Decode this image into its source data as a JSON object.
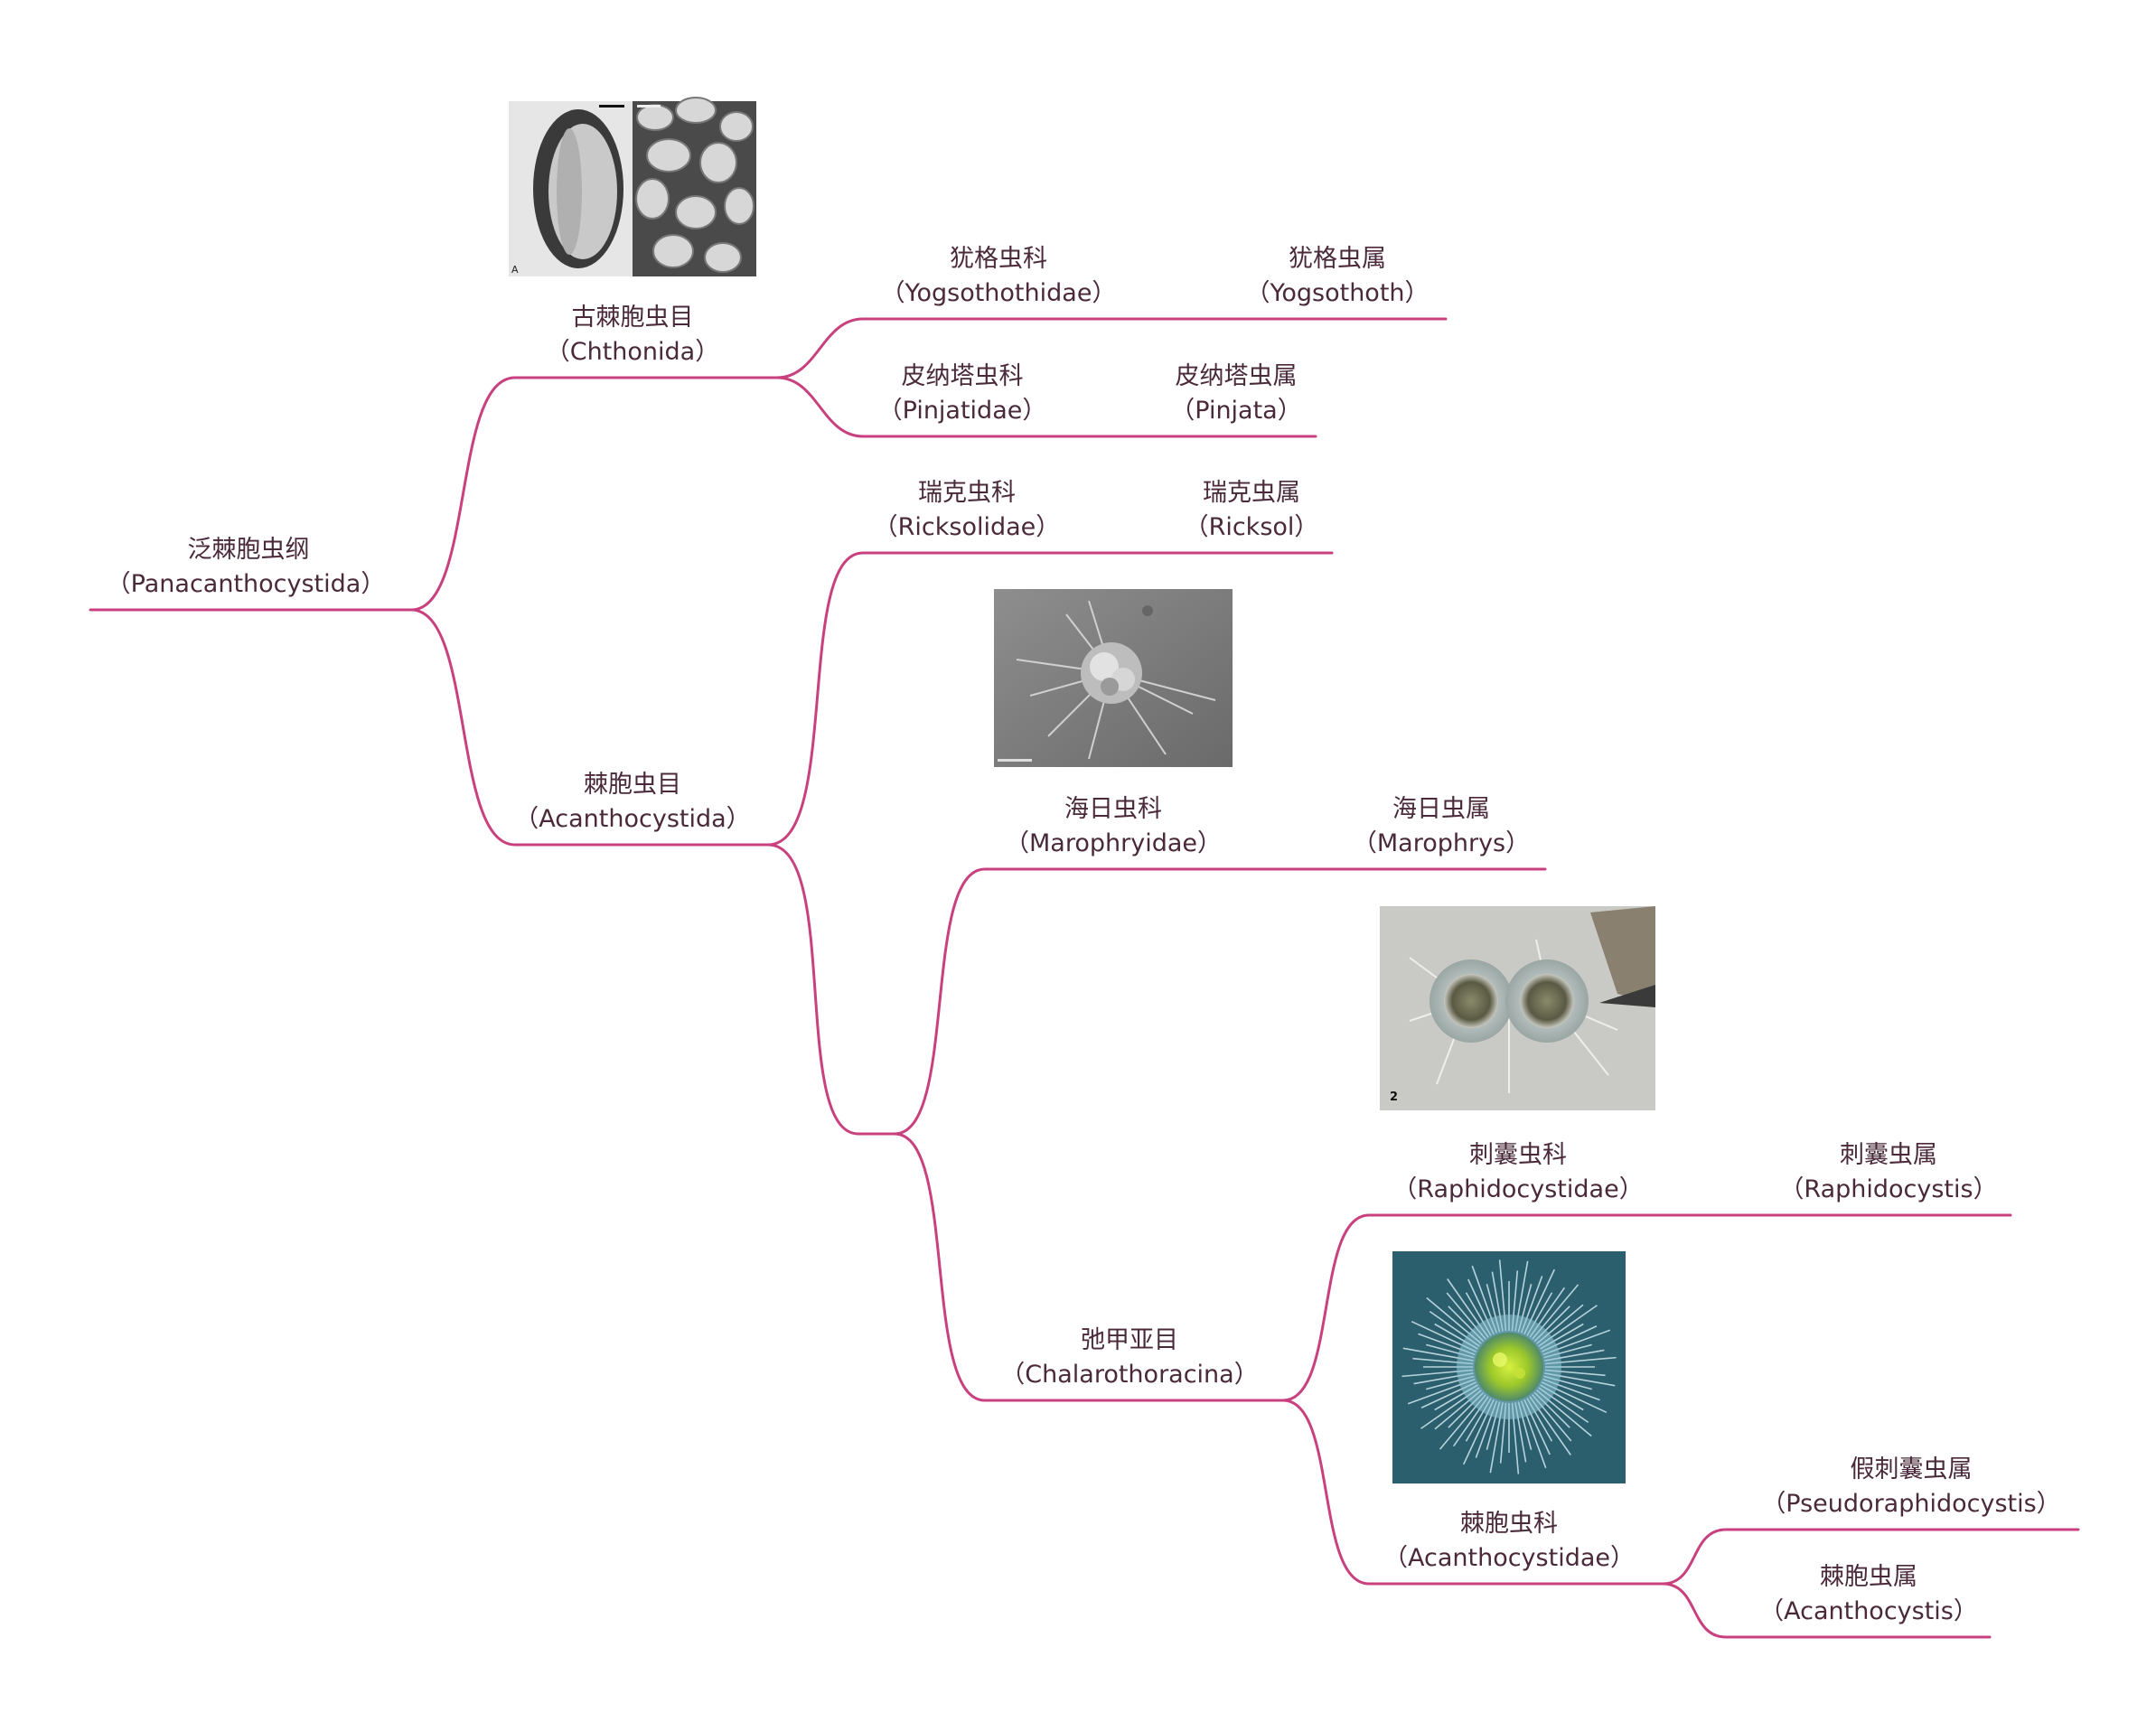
{
  "nodes": {
    "root": {
      "cn": "泛棘胞虫纲",
      "latin": "（Panacanthocystida）"
    },
    "chthonida": {
      "cn": "古棘胞虫目",
      "latin": "（Chthonida）"
    },
    "yogsothothidae": {
      "cn": "犹格虫科",
      "latin": "（Yogsothothidae）"
    },
    "yogsothoth": {
      "cn": "犹格虫属",
      "latin": "（Yogsothoth）"
    },
    "pinjatidae": {
      "cn": "皮纳塔虫科",
      "latin": "（Pinjatidae）"
    },
    "pinjata": {
      "cn": "皮纳塔虫属",
      "latin": "（Pinjata）"
    },
    "acanthocystida": {
      "cn": "棘胞虫目",
      "latin": "（Acanthocystida）"
    },
    "ricksolidae": {
      "cn": "瑞克虫科",
      "latin": "（Ricksolidae）"
    },
    "ricksol": {
      "cn": "瑞克虫属",
      "latin": "（Ricksol）"
    },
    "marophryidae": {
      "cn": "海日虫科",
      "latin": "（Marophryidae）"
    },
    "marophrys": {
      "cn": "海日虫属",
      "latin": "（Marophrys）"
    },
    "chalarothoracina": {
      "cn": "弛甲亚目",
      "latin": "（Chalarothoracina）"
    },
    "raphidocystidae": {
      "cn": "刺囊虫科",
      "latin": "（Raphidocystidae）"
    },
    "raphidocystis": {
      "cn": "刺囊虫属",
      "latin": "（Raphidocystis）"
    },
    "acanthocystidae": {
      "cn": "棘胞虫科",
      "latin": "（Acanthocystidae）"
    },
    "pseudoraphidocystis": {
      "cn": "假刺囊虫属",
      "latin": "（Pseudoraphidocystis）"
    },
    "acanthocystis": {
      "cn": "棘胞虫属",
      "latin": "（Acanthocystis）"
    }
  },
  "colors": {
    "branch": "#c9407f",
    "text": "#4a2a3a"
  },
  "images": {
    "chthonida_photo": "micrograph-cyst-photo",
    "marophryidae_photo": "sem-micrograph-photo",
    "raphidocystidae_photo": "light-micrograph-pair-photo",
    "acanthocystidae_photo": "green-heliozoan-photo"
  }
}
